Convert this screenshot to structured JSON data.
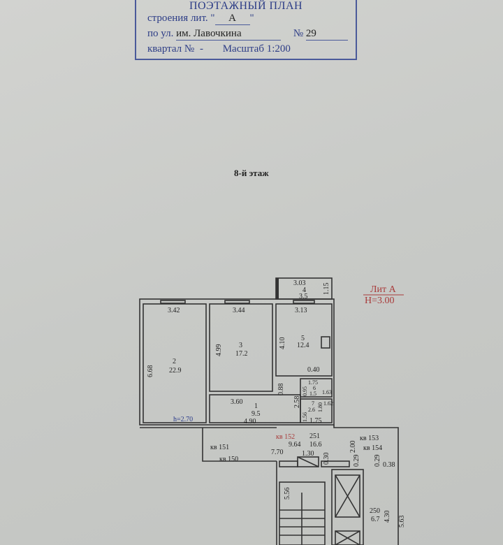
{
  "stamp": {
    "title": "ПОЭТАЖНЫЙ ПЛАН",
    "building_label": "строения лит. \"",
    "building_value": "А",
    "building_close": "\"",
    "street_label": "по ул.",
    "street_value": "им. Лавочкина",
    "number_label": "№",
    "number_value": "29",
    "block_label": "квартал №",
    "block_value": "-",
    "scale_label": "Масштаб 1:200"
  },
  "floor_label": "8-й этаж",
  "lit": {
    "name": "Лит А",
    "height": "Н=3.00"
  },
  "rooms": [
    {
      "num": "2",
      "area": "22.9",
      "w": "3.42",
      "h": "6.68"
    },
    {
      "num": "3",
      "area": "17.2",
      "w": "3.44",
      "h": "4.99"
    },
    {
      "num": "5",
      "area": "12.4",
      "w": "3.13",
      "h": "4.10"
    },
    {
      "num": "4",
      "area": "3.5",
      "w": "3.03",
      "h": "1.15"
    },
    {
      "num": "1",
      "area": "9.5",
      "w": "3.60",
      "w2": "4.90",
      "h": "0.88",
      "h2": "2.58"
    },
    {
      "num": "6",
      "area": "1.5",
      "w": "1.75",
      "h": "0.95"
    },
    {
      "num": "7",
      "area": "2.6",
      "w": "1.75",
      "h": "1.80"
    }
  ],
  "dims": {
    "d040": "0.40",
    "d030": "0.30",
    "d163": "1.63",
    "d162": "1.62",
    "d156": "1.56",
    "ceiling": "h=2.70"
  },
  "common": {
    "corridor_num": "251",
    "corridor_area": "16.6",
    "corridor_len": "9.64",
    "corridor_len2": "7.70",
    "d130": "1.30",
    "d030b": "0.30",
    "d029": "0.29",
    "d200": "2.00",
    "d029b": "0.29",
    "d038": "0.38",
    "stair_len": "5.56",
    "hall_num": "250",
    "hall_area": "6.7",
    "hall_h": "4.30",
    "hall_h2": "5.63"
  },
  "apartments": [
    "кв 151",
    "кв 152",
    "кв 153",
    "кв 154",
    "кв 150"
  ]
}
